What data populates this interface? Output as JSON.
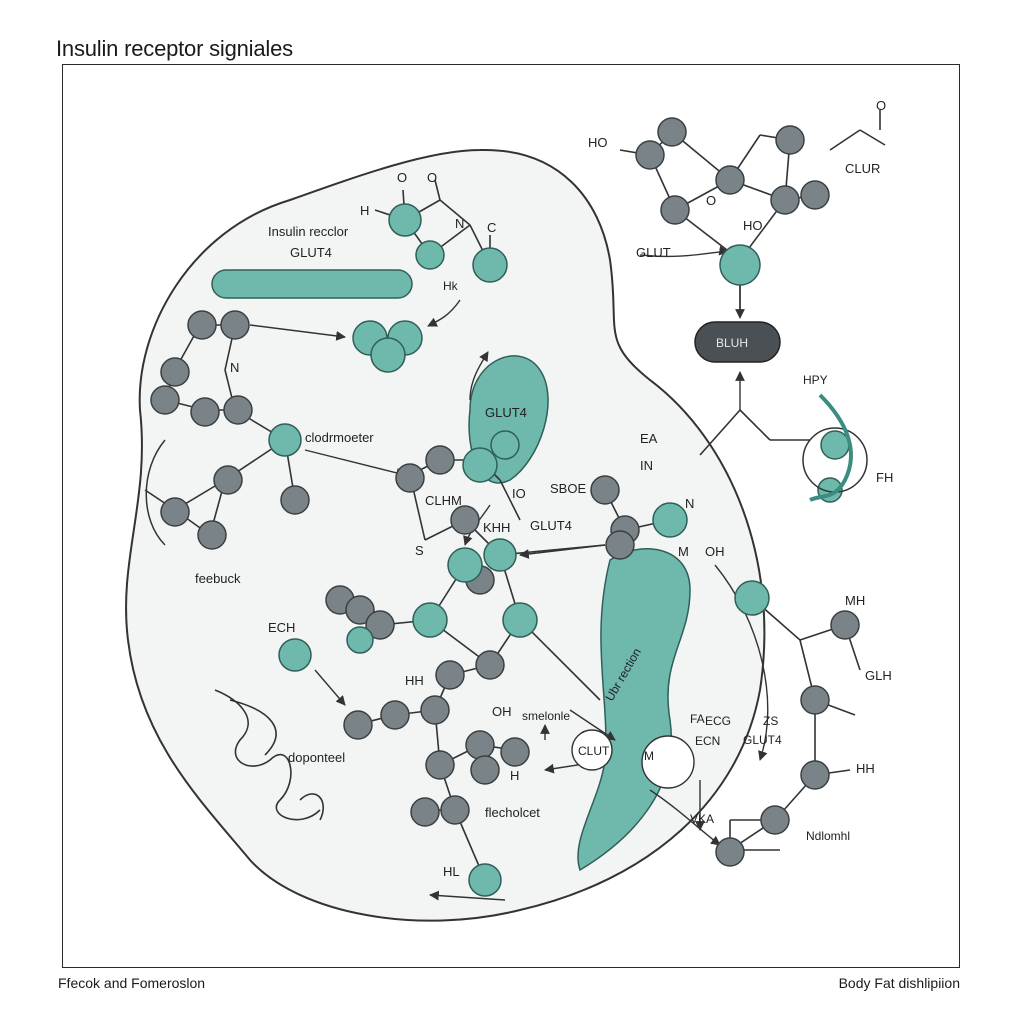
{
  "title": "Insulin receptor signiales",
  "footer": {
    "left": "Ffecok and Fomeroslon",
    "right": "Body Fat dishlipiion"
  },
  "colors": {
    "teal": "#6fb8ac",
    "teal_dark": "#3d8c80",
    "gray_atom": "#7a8488",
    "gray_dark": "#3a3f42",
    "cell_fill": "#f3f5f4",
    "line": "#333333"
  },
  "labels": {
    "o1": "O",
    "o2": "O",
    "h1": "H",
    "c1": "C",
    "insulin_receptor": "Insulin recclor",
    "glut4_top": "GLUT4",
    "hk": "Hk",
    "n1": "N",
    "clodrmoeter": "clodrmoeter",
    "feedback": "feebuck",
    "ech": "ECH",
    "glut4_mid": "GLUT4",
    "clhm": "CLHM",
    "khh": "KHH",
    "io": "IO",
    "s": "S",
    "sboe": "SBOE",
    "glut4_center": "GLUT4",
    "n2": "N",
    "n3": "N",
    "oh1": "OH",
    "hh": "HH",
    "oh2": "OH",
    "smelonle": "smelonle",
    "clut": "CLUT",
    "doponteel": "doponteel",
    "flecholcet": "flecholcet",
    "hl": "HL",
    "h2": "H",
    "ho1": "HO",
    "ho2": "HO",
    "o3": "O",
    "o4": "O",
    "clur": "CLUR",
    "glut_right": "GLUT",
    "bluh": "BLUH",
    "hpy": "HPY",
    "ea": "EA",
    "in": "IN",
    "fh": "FH",
    "mh": "MH",
    "glh": "GLH",
    "hh2": "HH",
    "ndlomhl": "Ndlomhl",
    "fa": "FA",
    "ech2": "ECN",
    "ecg": "ECG",
    "glut4_low": "GLUT4",
    "zs": "ZS",
    "m": "M",
    "vka": "VKA",
    "ubr_rection": "Ubr rection"
  }
}
